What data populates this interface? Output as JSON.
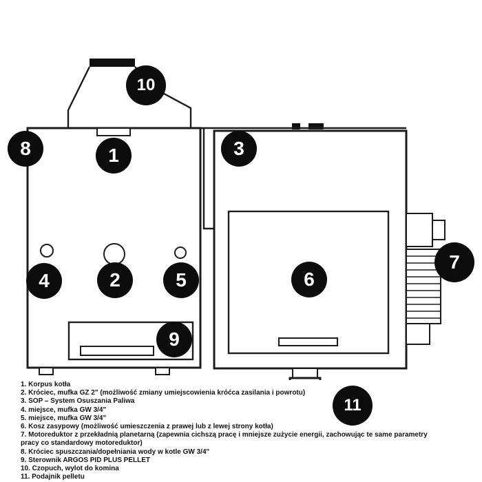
{
  "diagram": {
    "callouts": [
      {
        "number": "1"
      },
      {
        "number": "2"
      },
      {
        "number": "3"
      },
      {
        "number": "4"
      },
      {
        "number": "5"
      },
      {
        "number": "6"
      },
      {
        "number": "7"
      },
      {
        "number": "8"
      },
      {
        "number": "9"
      },
      {
        "number": "10"
      },
      {
        "number": "11"
      }
    ]
  },
  "legend": {
    "items": [
      "1. Korpus kotła",
      "2. Króciec, mufka GZ 2\" (możliwość zmiany umiejscowienia króćca zasilania i powrotu)",
      "3. SOP  – System Osuszania Paliwa",
      "4. miejsce, mufka GW 3/4\"",
      "5. miejsce, mufka GW 3/4\"",
      "6. Kosz zasypowy (możliwość umieszczenia z prawej lub z lewej strony kotła)",
      "7. Motoreduktor z przekładnią planetarną (zapewnia cichszą pracę i mniejsze zużycie energii, zachowując te same parametry pracy co standardowy motoreduktor)",
      "8. Króciec spuszczania/dopełniania wody w kotle GW 3/4\"",
      "9. Sterownik ARGOS PID PLUS PELLET",
      "10. Czopuch, wylot do komina",
      "11. Podajnik pelletu"
    ]
  },
  "colors": {
    "ink": "#111111",
    "line": "#1c1c1c",
    "callout_bg": "#0c0c0c",
    "callout_text": "#ffffff",
    "background": "#ffffff"
  }
}
